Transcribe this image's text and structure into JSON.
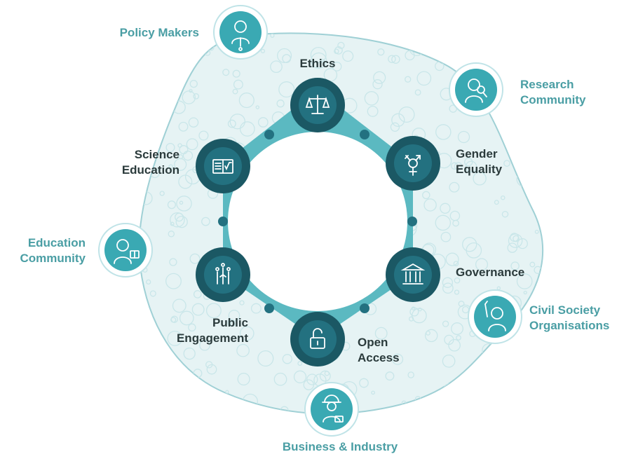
{
  "colors": {
    "blob_fill": "#e6f3f4",
    "blob_stroke": "#9fd0d5",
    "bubble": "#c9e6e9",
    "ring": "#5bb9c1",
    "node": "#1b5864",
    "node_inner": "#237180",
    "stakeholder": "#3aa9b3",
    "stakeholder_ring": "#bfe3e7",
    "label_dark": "#2b3b3c",
    "label_teal": "#4a9ea4"
  },
  "keys": [
    {
      "id": "ethics",
      "icon": "scales-icon",
      "lines": [
        "Ethics"
      ]
    },
    {
      "id": "gender",
      "icon": "gender-icon",
      "lines": [
        "Gender",
        "Equality"
      ]
    },
    {
      "id": "governance",
      "icon": "building-icon",
      "lines": [
        "Governance"
      ]
    },
    {
      "id": "openaccess",
      "icon": "padlock-icon",
      "lines": [
        "Open",
        "Access"
      ]
    },
    {
      "id": "public",
      "icon": "people-hands-icon",
      "lines": [
        "Public",
        "Engagement"
      ]
    },
    {
      "id": "science",
      "icon": "book-icon",
      "lines": [
        "Science",
        "Education"
      ]
    }
  ],
  "stakeholders": [
    {
      "id": "policy",
      "icon": "policy-maker-icon",
      "lines": [
        "Policy Makers"
      ]
    },
    {
      "id": "research",
      "icon": "researcher-icon",
      "lines": [
        "Research",
        "Community"
      ]
    },
    {
      "id": "civil",
      "icon": "raised-hand-icon",
      "lines": [
        "Civil Society",
        "Organisations"
      ]
    },
    {
      "id": "business",
      "icon": "worker-icon",
      "lines": [
        "Business & Industry"
      ]
    },
    {
      "id": "education",
      "icon": "teacher-icon",
      "lines": [
        "Education",
        "Community"
      ]
    }
  ]
}
